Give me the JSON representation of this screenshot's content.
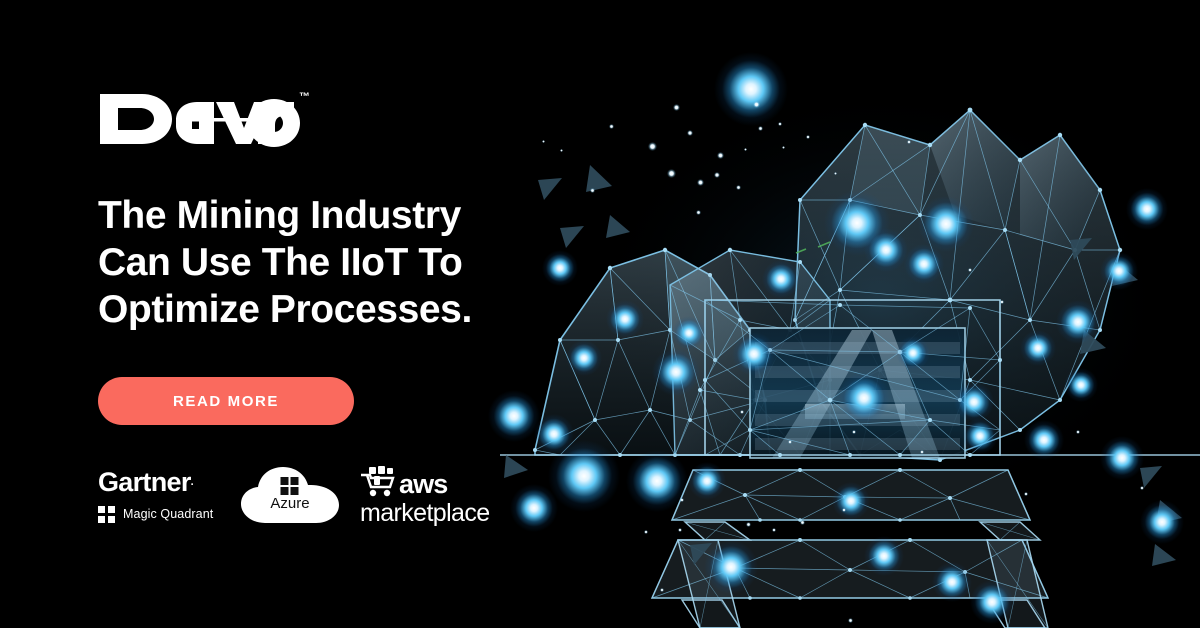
{
  "banner": {
    "background_color": "#000000",
    "accent_color": "#fa6a5e",
    "wireframe_color": "#7ec4e8"
  },
  "brand": {
    "logo_text": "Davra",
    "trademark": "™",
    "logo_color": "#ffffff"
  },
  "headline": {
    "line1": "The Mining Industry",
    "line2": "Can Use The IIoT To",
    "line3": "Optimize Processes."
  },
  "cta": {
    "label": "READ MORE",
    "background": "#fa6a5e",
    "text_color": "#ffffff"
  },
  "partners": [
    {
      "name": "gartner",
      "title": "Gartner",
      "registered_mark": ".",
      "subtitle": "Magic Quadrant",
      "icon": "magic-quadrant-grid-icon"
    },
    {
      "name": "azure",
      "title": "Azure",
      "icon": "microsoft-windows-icon",
      "shape": "cloud"
    },
    {
      "name": "aws-marketplace",
      "title": "aws",
      "subtitle": "marketplace",
      "icon": "shopping-cart-icon"
    }
  ],
  "illustration": {
    "subject": "low-poly wireframe mining mountain with mine entrance and glowing network nodes",
    "monogram": "A",
    "node_color": "#8ad4f7",
    "line_color": "#7ec4e8"
  }
}
